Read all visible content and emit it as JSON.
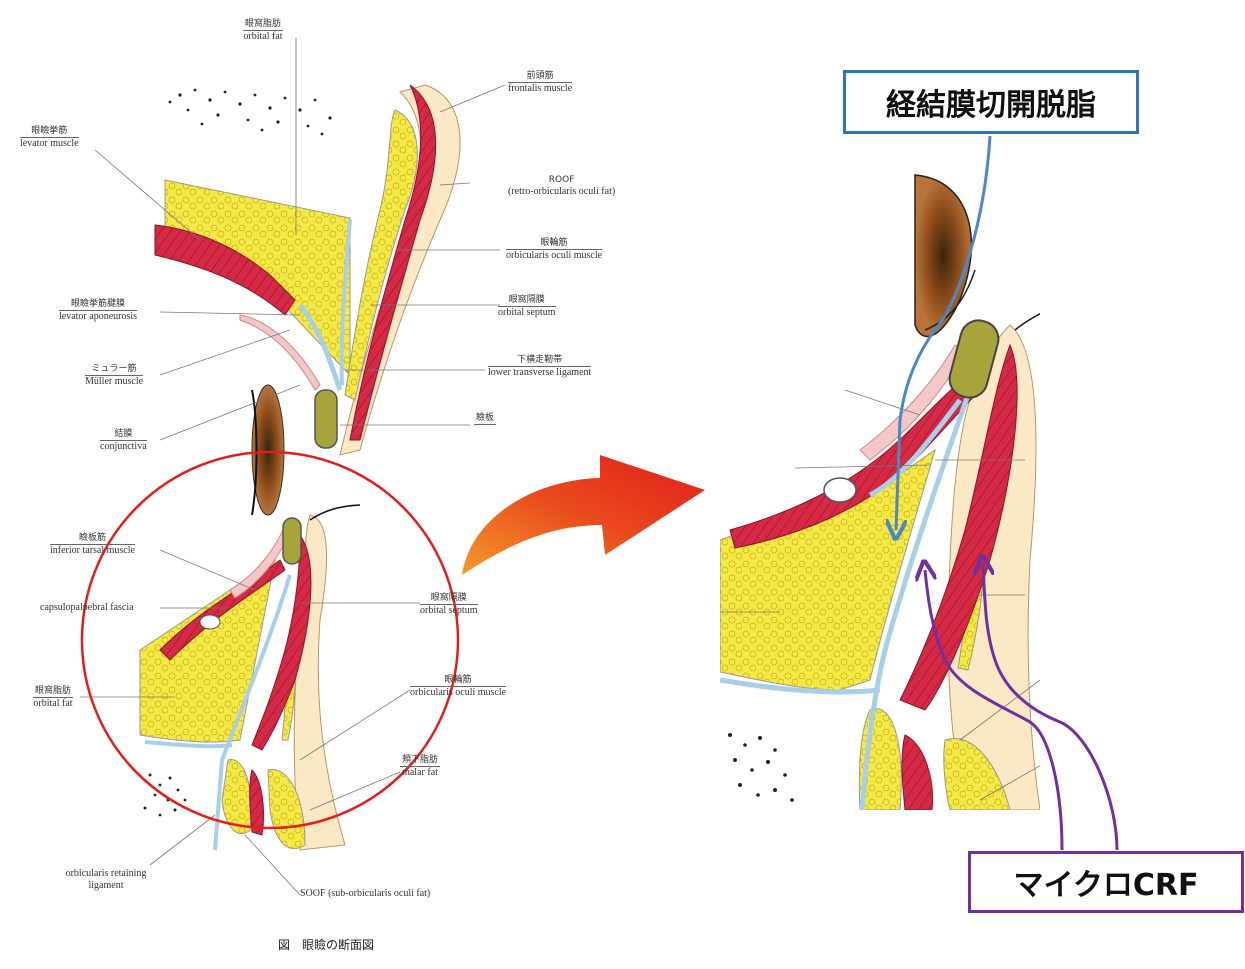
{
  "labels": {
    "orbital_fat_top": {
      "jp": "眼窩脂肪",
      "en": "orbital fat"
    },
    "frontalis": {
      "jp": "前頭筋",
      "en": "frontalis muscle"
    },
    "levator": {
      "jp": "眼瞼挙筋",
      "en": "levator muscle"
    },
    "roof": {
      "jp": "ROOF",
      "en": "(retro-orbicularis oculi fat)"
    },
    "orbicularis_upper": {
      "jp": "眼輪筋",
      "en": "orbicularis oculi muscle"
    },
    "levator_aponeurosis": {
      "jp": "眼瞼挙筋腱膜",
      "en": "levator aponeurosis"
    },
    "orbital_septum_upper": {
      "jp": "眼窩隔膜",
      "en": "orbital septum"
    },
    "muller": {
      "jp": "ミュラー筋",
      "en": "Müller muscle"
    },
    "lower_transverse": {
      "jp": "下横走靭帯",
      "en": "lower transverse ligament"
    },
    "tarsus": {
      "jp": "瞼板",
      "en": ""
    },
    "conjunctiva": {
      "jp": "結膜",
      "en": "conjunctiva"
    },
    "inferior_tarsal": {
      "jp": "瞼板筋",
      "en": "inferior tarsal muscle"
    },
    "capsulopalpebral": {
      "jp": "",
      "en": "capsulopalpebral fascia"
    },
    "orbital_septum_lower": {
      "jp": "眼窩隔膜",
      "en": "orbital septum"
    },
    "orbital_fat_lower": {
      "jp": "眼窩脂肪",
      "en": "orbital fat"
    },
    "orbicularis_lower": {
      "jp": "眼輪筋",
      "en": "orbicularis oculi muscle"
    },
    "malar_fat": {
      "jp": "頬下脂肪",
      "en": "malar fat"
    },
    "orl": {
      "jp": "",
      "en": "orbicularis retaining ligament"
    },
    "soof": {
      "jp": "",
      "en": "SOOF (sub-orbicularis oculi fat)"
    }
  },
  "caption": "図　眼瞼の断面図",
  "callout_top": "経結膜切開脱脂",
  "callout_bottom": "マイクロCRF",
  "colors": {
    "fat": "#f5e94a",
    "fat_edge": "#c9b400",
    "muscle": "#d42a45",
    "septum": "#a8cfe8",
    "skin": "#fbe8c4",
    "tarsus": "#a6a43a",
    "arrow_red": "#e02020",
    "circle_red": "#e01e1e",
    "blue_line": "#4f86c6",
    "purple_line": "#7030a0"
  }
}
